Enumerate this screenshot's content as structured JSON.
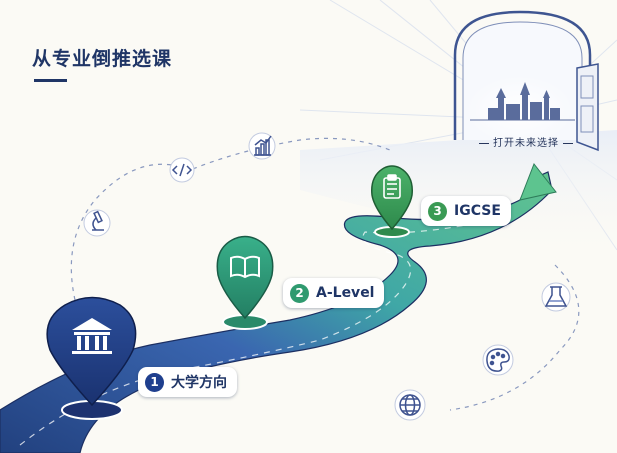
{
  "page": {
    "title": "从专业倒推选课"
  },
  "door": {
    "caption": "打开未来选择"
  },
  "steps": [
    {
      "number": "1",
      "label": "大学方向",
      "icon": "university-building-icon",
      "color": "#1f3f8e"
    },
    {
      "number": "2",
      "label": "A-Level",
      "icon": "open-book-icon",
      "color": "#2f9a6f"
    },
    {
      "number": "3",
      "label": "IGCSE",
      "icon": "clipboard-checklist-icon",
      "color": "#3a9a54"
    }
  ],
  "floating_icons": [
    {
      "name": "microscope-icon"
    },
    {
      "name": "code-brackets-icon"
    },
    {
      "name": "bar-chart-icon"
    },
    {
      "name": "flask-icon"
    },
    {
      "name": "palette-icon"
    },
    {
      "name": "globe-icon"
    }
  ],
  "colors": {
    "title": "#1f3566",
    "road_blue": "#27478f",
    "road_teal": "#3aa7a4",
    "road_green": "#56c08b",
    "background": "#fbfaf5"
  }
}
